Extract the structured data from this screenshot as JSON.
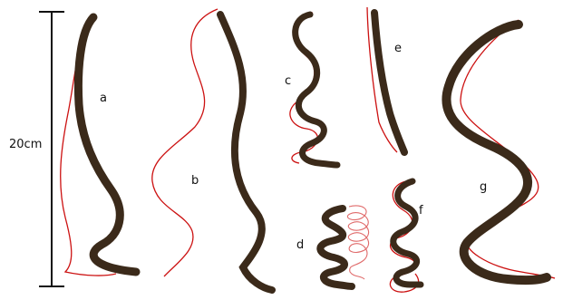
{
  "scale": {
    "label": "20cm"
  },
  "colors": {
    "hair": "#3b2a1a",
    "hair_shade": "#6b4a2b",
    "trace": "#cc1111",
    "trace_light": "#e06a6a",
    "ink": "#111111"
  },
  "specimens": [
    {
      "id": "a",
      "label": "a"
    },
    {
      "id": "b",
      "label": "b"
    },
    {
      "id": "c",
      "label": "c"
    },
    {
      "id": "d",
      "label": "d"
    },
    {
      "id": "e",
      "label": "e"
    },
    {
      "id": "f",
      "label": "f"
    },
    {
      "id": "g",
      "label": "g"
    }
  ]
}
